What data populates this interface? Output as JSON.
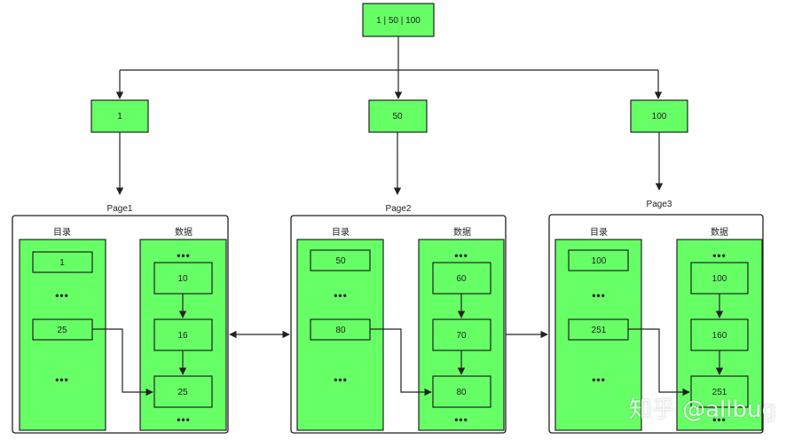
{
  "root": {
    "label": "1 | 50 | 100"
  },
  "children": [
    "1",
    "50",
    "100"
  ],
  "pages": [
    {
      "title": "Page1",
      "dir_label": "目录",
      "data_label": "数据",
      "dir_entries": [
        "1",
        "25"
      ],
      "dir_dots": [
        "•••",
        "•••"
      ],
      "records": [
        "10",
        "16",
        "25"
      ],
      "data_dots": [
        "•••",
        "•••"
      ]
    },
    {
      "title": "Page2",
      "dir_label": "目录",
      "data_label": "数据",
      "dir_entries": [
        "50",
        "80"
      ],
      "dir_dots": [
        "•••",
        "•••"
      ],
      "records": [
        "60",
        "70",
        "80"
      ],
      "data_dots": [
        "•••",
        "•••"
      ]
    },
    {
      "title": "Page3",
      "dir_label": "目录",
      "data_label": "数据",
      "dir_entries": [
        "100",
        "251"
      ],
      "dir_dots": [
        "•••",
        "•••"
      ],
      "records": [
        "100",
        "160",
        "251"
      ],
      "data_dots": [
        "•••",
        "•••"
      ]
    }
  ],
  "watermark": "知乎 @allbug"
}
